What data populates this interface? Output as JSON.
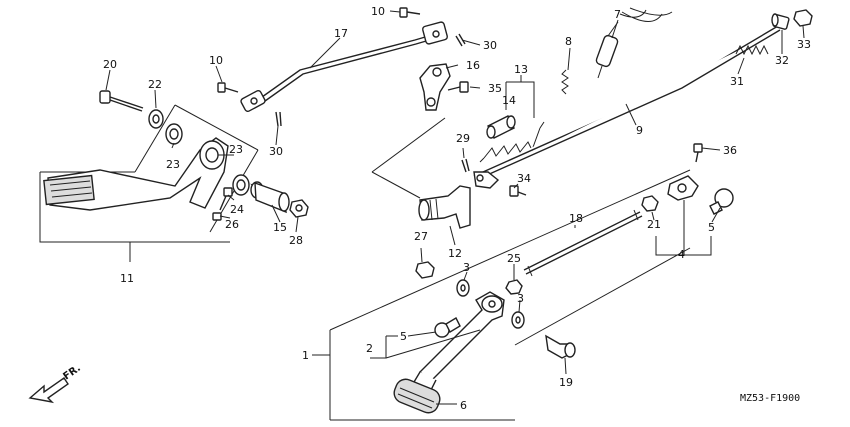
{
  "diagram": {
    "code": "MZ53-F1900",
    "fr_label": "FR.",
    "callouts": {
      "c1": "1",
      "c2": "2",
      "c3a": "3",
      "c3b": "3",
      "c4": "4",
      "c5a": "5",
      "c5b": "5",
      "c6": "6",
      "c7": "7",
      "c8": "8",
      "c9": "9",
      "c10a": "10",
      "c10b": "10",
      "c11": "11",
      "c12": "12",
      "c13": "13",
      "c14": "14",
      "c15": "15",
      "c16": "16",
      "c17": "17",
      "c18": "18",
      "c19": "19",
      "c20": "20",
      "c21": "21",
      "c22": "22",
      "c23a": "23",
      "c23b": "23",
      "c24": "24",
      "c25": "25",
      "c26": "26",
      "c27": "27",
      "c28": "28",
      "c29": "29",
      "c30a": "30",
      "c30b": "30",
      "c31": "31",
      "c32": "32",
      "c33": "33",
      "c34": "34",
      "c35": "35",
      "c36": "36"
    }
  }
}
